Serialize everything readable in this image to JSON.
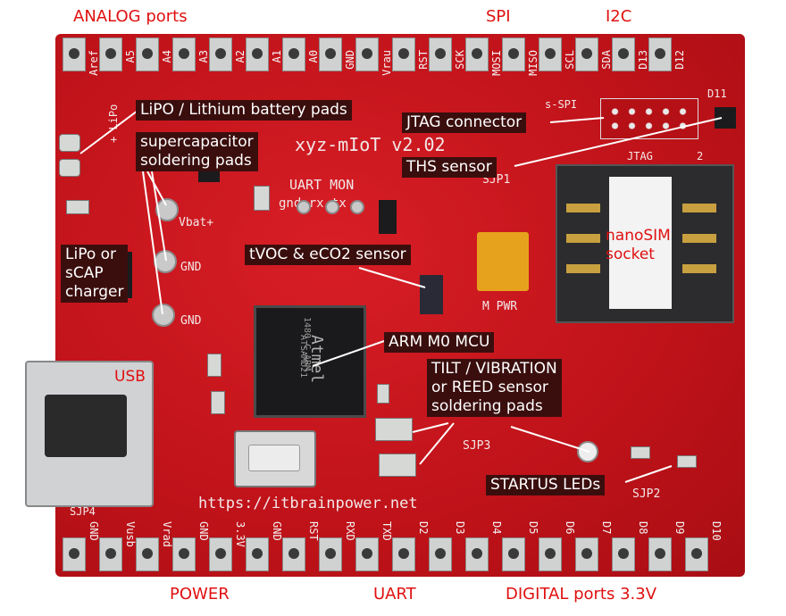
{
  "edge_labels": {
    "analog": "ANALOG ports",
    "spi": "SPI",
    "i2c": "I2C",
    "power": "POWER",
    "uart": "UART",
    "digital": "DIGITAL ports 3.3V"
  },
  "top_pins": [
    "Aref",
    "A5",
    "A4",
    "A3",
    "A2",
    "A1",
    "A0",
    "GND",
    "Vrau",
    "RST",
    "SCK",
    "MOSI",
    "MISO",
    "SCL",
    "SDA",
    "D13",
    "D12"
  ],
  "bottom_pins": [
    "GND",
    "Vusb",
    "Vrad",
    "GND",
    "3.3V",
    "GND",
    "RST",
    "RXD",
    "TXD",
    "D2",
    "D3",
    "D4",
    "D5",
    "D6",
    "D7",
    "D8",
    "D9",
    "D10"
  ],
  "callouts": {
    "lipo_pads": "LiPO / Lithium battery pads",
    "supercap": "supercapacitor\nsoldering pads",
    "charger": "LiPo or\nsCAP\ncharger",
    "jtag": "JTAG connector",
    "ths": "THS sensor",
    "tvoc": "tVOC & eCO2 sensor",
    "mcu": "ARM M0 MCU",
    "tilt": "TILT / VIBRATION\nor REED sensor\nsoldering pads",
    "leds": "STARTUS LEDs",
    "nanosim": "nanoSIM\nsocket",
    "usb": "USB"
  },
  "silkscreen": {
    "board_name": "xyz-mIoT v2.02",
    "url": "https://itbrainpower.net",
    "uart_mon": "UART  MON",
    "gnd_rx_tx": "gnd rx tx",
    "vbat": "Vbat+",
    "gnd1": "GND",
    "gnd2": "GND",
    "lipo": "+ LiPo",
    "s_spi": "s-SPI",
    "d11": "D11",
    "jtag": "JTAG",
    "two": "2",
    "sjp1": "SJP1",
    "sjp2": "SJP2",
    "sjp3": "SJP3",
    "sjp4": "SJP4",
    "m_pwr": "M PWR",
    "chip_brand": "Atmel",
    "chip_code": "ATSAMD21",
    "chip_arm": "1480 C ARM"
  },
  "colors": {
    "board": "#c8141c",
    "label_red": "#e01010",
    "callout_bg": "#3b0e0e",
    "callout_text": "#ffffff"
  }
}
